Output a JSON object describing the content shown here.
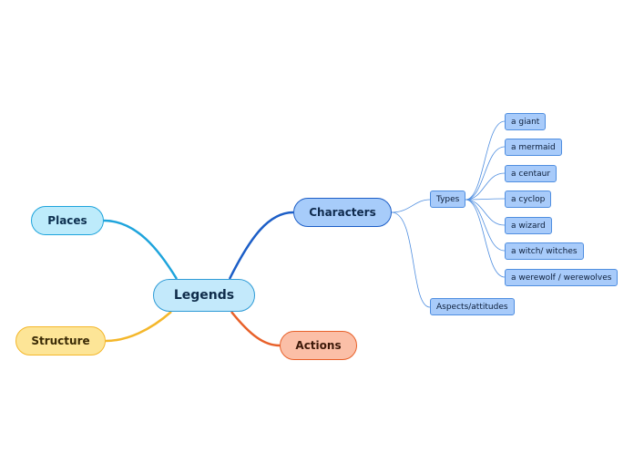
{
  "mindmap": {
    "central": "Legends",
    "branches": {
      "places": "Places",
      "structure": "Structure",
      "characters": "Characters",
      "actions": "Actions"
    },
    "characters": {
      "types": {
        "label": "Types",
        "items": [
          "a giant",
          "a mermaid",
          "a centaur",
          "a cyclop",
          "a wizard",
          "a witch/ witches",
          "a werewolf / werewolves"
        ]
      },
      "aspects": "Aspects/attitudes"
    }
  },
  "colors": {
    "places": "#1ea4dc",
    "structure": "#f4b72b",
    "characters": "#1c5ec7",
    "actions": "#e8612a",
    "sub_links": "#4f8ee0"
  }
}
